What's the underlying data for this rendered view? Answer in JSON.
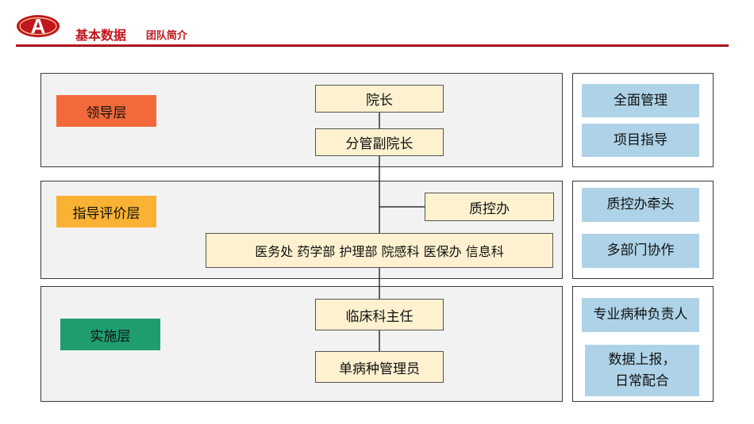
{
  "header": {
    "logo_letter": "A",
    "title": "基本数据",
    "subtitle": "团队简介"
  },
  "colors": {
    "accent": "#c0161c",
    "leadership_label": "#f26a3a",
    "guidance_label": "#f9b233",
    "implementation_label": "#1e9e6e",
    "node_fill": "#fdf1d0",
    "task_fill": "#aed3e8",
    "band_fill": "#f2f2f2"
  },
  "layers": {
    "leadership": {
      "label": "领导层",
      "nodes": [
        "院长",
        "分管副院长"
      ],
      "tasks": [
        "全面管理",
        "项目指导"
      ]
    },
    "guidance": {
      "label": "指导评价层",
      "nodes": [
        "质控办",
        "医务处 药学部 护理部 院感科 医保办 信息科"
      ],
      "tasks": [
        "质控办牵头",
        "多部门协作"
      ]
    },
    "implementation": {
      "label": "实施层",
      "nodes": [
        "临床科主任",
        "单病种管理员"
      ],
      "tasks": [
        "专业病种负责人",
        "数据上报，",
        "日常配合"
      ]
    }
  }
}
